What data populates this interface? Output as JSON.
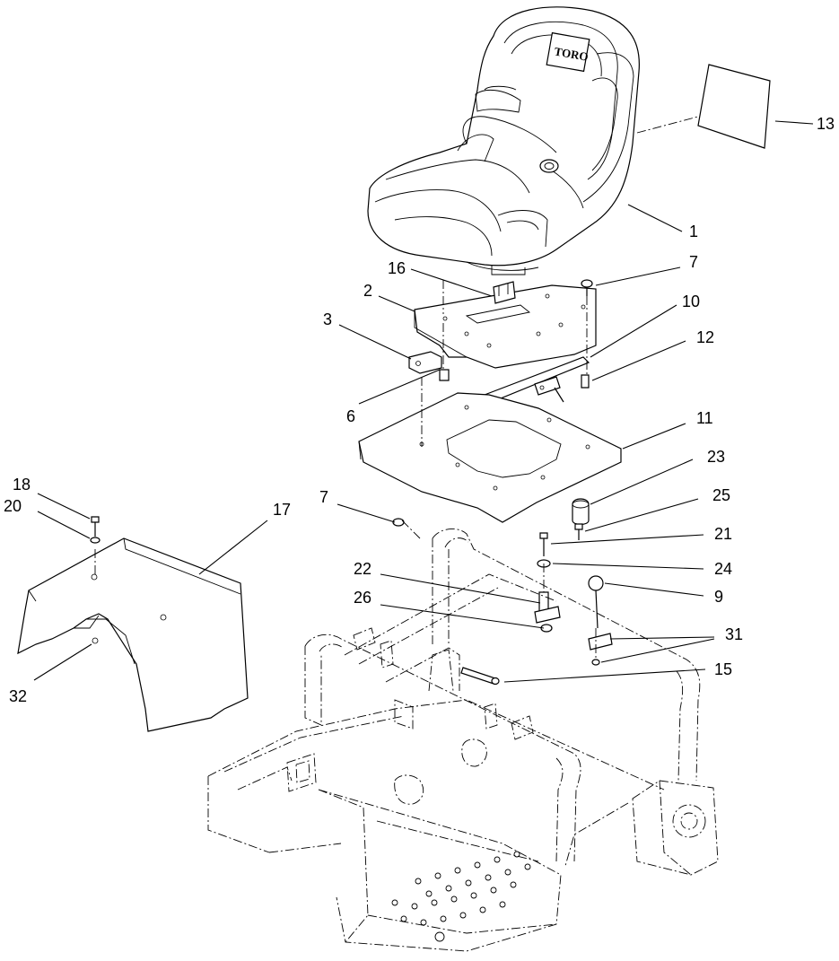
{
  "diagram": {
    "brand_mark": "TORO",
    "callouts": [
      {
        "id": "c1",
        "label": "1"
      },
      {
        "id": "c2",
        "label": "2"
      },
      {
        "id": "c3",
        "label": "3"
      },
      {
        "id": "c6",
        "label": "6"
      },
      {
        "id": "c7a",
        "label": "7"
      },
      {
        "id": "c7b",
        "label": "7"
      },
      {
        "id": "c9",
        "label": "9"
      },
      {
        "id": "c10",
        "label": "10"
      },
      {
        "id": "c11",
        "label": "11"
      },
      {
        "id": "c12",
        "label": "12"
      },
      {
        "id": "c13",
        "label": "13"
      },
      {
        "id": "c15",
        "label": "15"
      },
      {
        "id": "c16",
        "label": "16"
      },
      {
        "id": "c17",
        "label": "17"
      },
      {
        "id": "c18",
        "label": "18"
      },
      {
        "id": "c20",
        "label": "20"
      },
      {
        "id": "c21",
        "label": "21"
      },
      {
        "id": "c22",
        "label": "22"
      },
      {
        "id": "c23",
        "label": "23"
      },
      {
        "id": "c24",
        "label": "24"
      },
      {
        "id": "c25",
        "label": "25"
      },
      {
        "id": "c26",
        "label": "26"
      },
      {
        "id": "c31",
        "label": "31"
      },
      {
        "id": "c32",
        "label": "32"
      }
    ]
  }
}
